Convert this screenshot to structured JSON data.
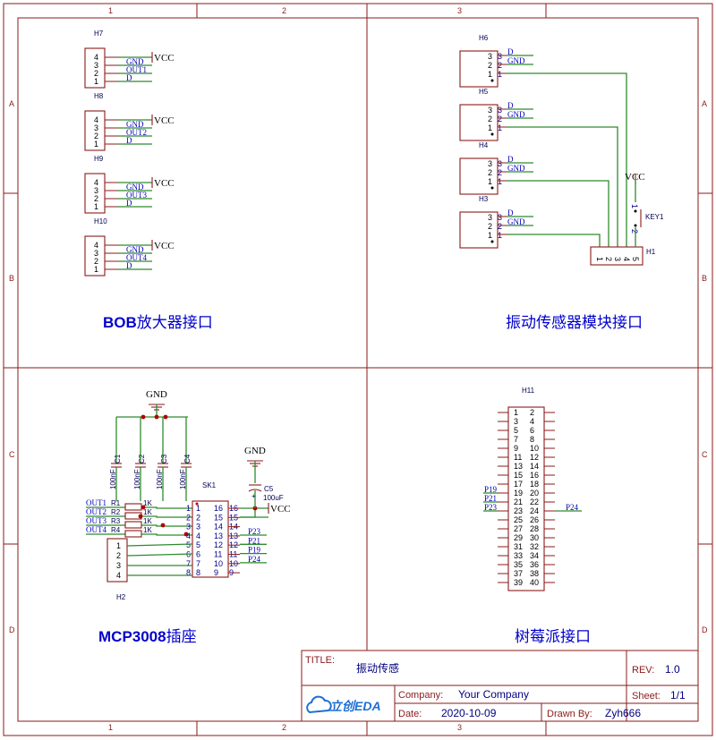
{
  "sheet": {
    "col_labels": [
      "1",
      "2",
      "3"
    ],
    "row_labels": [
      "A",
      "B",
      "C",
      "D"
    ]
  },
  "sections": {
    "bob": {
      "bold": "BOB",
      "rest": "放大器接口"
    },
    "vib": {
      "text": "振动传感器模块接口"
    },
    "mcp": {
      "bold": "MCP3008",
      "rest": "插座"
    },
    "rpi": {
      "text": "树莓派接口"
    }
  },
  "bob": {
    "headers": [
      {
        "ref": "H7",
        "signal": "OUT1"
      },
      {
        "ref": "H8",
        "signal": "OUT2"
      },
      {
        "ref": "H9",
        "signal": "OUT3"
      },
      {
        "ref": "H10",
        "signal": "OUT4"
      }
    ],
    "pins": [
      "4",
      "3",
      "2",
      "1"
    ],
    "gnd": "GND",
    "d": "D",
    "vcc": "VCC"
  },
  "vib": {
    "sensors": [
      {
        "ref": "H6"
      },
      {
        "ref": "H5"
      },
      {
        "ref": "H4"
      },
      {
        "ref": "H3"
      }
    ],
    "pins": [
      "3",
      "2",
      "1"
    ],
    "d": "D",
    "gnd": "GND",
    "connector": {
      "ref": "H1",
      "pins": [
        "1",
        "2",
        "3",
        "4",
        "5"
      ]
    },
    "key": {
      "ref": "KEY1",
      "pins": [
        "1",
        "2"
      ]
    },
    "vcc": "VCC"
  },
  "mcp": {
    "gnd_top": "GND",
    "caps": [
      {
        "ref": "C1",
        "value": "100nF"
      },
      {
        "ref": "C2",
        "value": "100nF"
      },
      {
        "ref": "C3",
        "value": "100nF"
      },
      {
        "ref": "C4",
        "value": "100nF"
      }
    ],
    "resistors": [
      {
        "net": "OUT1",
        "ref": "R1",
        "value": "1K"
      },
      {
        "net": "OUT2",
        "ref": "R2",
        "value": "1K"
      },
      {
        "net": "OUT3",
        "ref": "R3",
        "value": "1K"
      },
      {
        "net": "OUT4",
        "ref": "R4",
        "value": "1K"
      }
    ],
    "socket": {
      "ref": "SK1",
      "left": [
        "1",
        "2",
        "3",
        "4",
        "5",
        "6",
        "7",
        "8"
      ],
      "right": [
        "16",
        "15",
        "14",
        "13",
        "12",
        "11",
        "10",
        "9"
      ],
      "outer_left": [
        "1",
        "2",
        "3",
        "4",
        "5",
        "6",
        "7",
        "8"
      ],
      "outer_right": [
        "16",
        "15",
        "14",
        "13",
        "12",
        "11",
        "10",
        "9"
      ],
      "nets": [
        "P23",
        "P21",
        "P19",
        "P24"
      ]
    },
    "c5": {
      "ref": "C5",
      "value": "100uF",
      "gnd": "GND",
      "vcc": "VCC"
    },
    "h2": {
      "ref": "H2",
      "pins": [
        "1",
        "2",
        "3",
        "4"
      ]
    }
  },
  "rpi": {
    "ref": "H11",
    "left": [
      "1",
      "3",
      "5",
      "7",
      "9",
      "11",
      "13",
      "15",
      "17",
      "19",
      "21",
      "23",
      "25",
      "27",
      "29",
      "31",
      "33",
      "35",
      "37",
      "39"
    ],
    "right": [
      "2",
      "4",
      "6",
      "8",
      "10",
      "12",
      "14",
      "16",
      "18",
      "20",
      "22",
      "24",
      "26",
      "28",
      "30",
      "32",
      "34",
      "36",
      "38",
      "40"
    ],
    "nets_left": [
      "P19",
      "P21",
      "P23"
    ],
    "net_right": "P24"
  },
  "title_block": {
    "title_label": "TITLE:",
    "title": "振动传感",
    "rev_label": "REV:",
    "rev": "1.0",
    "company_label": "Company:",
    "company": "Your Company",
    "sheet_label": "Sheet:",
    "sheet": "1/1",
    "date_label": "Date:",
    "date": "2020-10-09",
    "drawn_label": "Drawn By:",
    "drawn": "Zyh666",
    "logo": "立创EDA"
  },
  "colors": {
    "frame": "#8b1a1a",
    "wire": "#2e8b2e",
    "net_label": "#0000bb",
    "section_title": "#0000cc",
    "junction": "#b00000"
  }
}
